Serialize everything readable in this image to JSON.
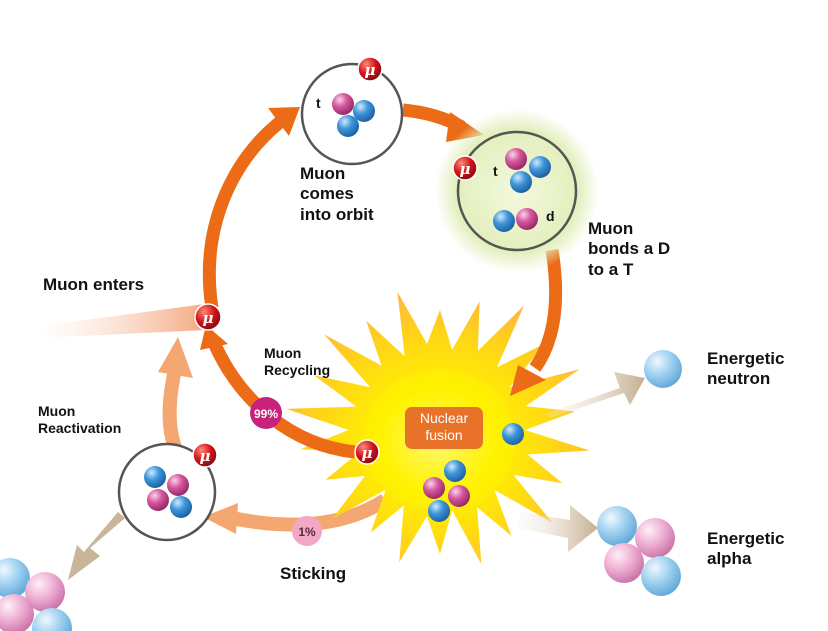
{
  "labels": {
    "muon_enters": "Muon enters",
    "muon_orbit": "Muon\ncomes\ninto orbit",
    "muon_bonds": "Muon\nbonds a D\nto a T",
    "muon_recycling": "Muon\nRecycling",
    "muon_reactivation": "Muon\nReactivation",
    "sticking": "Sticking",
    "energetic_neutron": "Energetic\nneutron",
    "energetic_alpha": "Energetic\nalpha",
    "nuclear_fusion": "Nuclear\nfusion"
  },
  "badges": {
    "recycling_pct": "99%",
    "sticking_pct": "1%"
  },
  "particle_letters": {
    "muon": "μ",
    "triton": "t",
    "deuteron": "d"
  },
  "colors": {
    "cycle_arrow": "#ec6b16",
    "light_arrow": "#f5a772",
    "output_arrow": "#c9b597",
    "muon": "#c8161d",
    "proton": "#d64f98",
    "neutron": "#2f86cc",
    "badge_recycling": "#c8227a",
    "badge_sticking": "#f2a7c4",
    "fusion_box": "#e8722a",
    "burst_core": "#fff200",
    "glow": "#e4f1c4"
  }
}
